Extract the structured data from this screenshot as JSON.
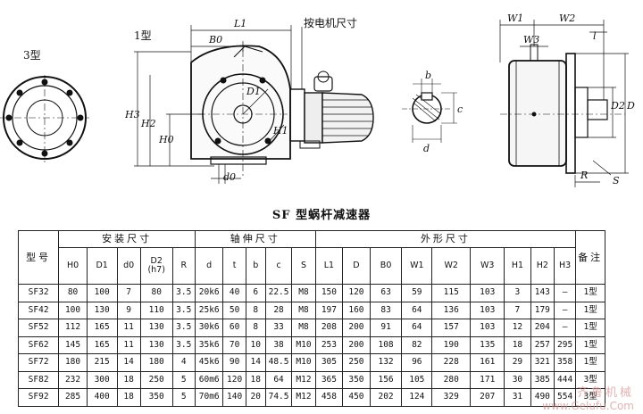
{
  "drawing": {
    "type3_label": "3型",
    "type1_label": "1型",
    "motor_note": "按电机尺寸",
    "dims": {
      "L1": "L1",
      "B0": "B0",
      "H3": "H3",
      "H2": "H2",
      "H0": "H0",
      "D1": "D1",
      "H1": "H1",
      "d0": "d0",
      "b": "b",
      "c": "c",
      "d": "d",
      "W1": "W1",
      "W2": "W2",
      "W3": "W3",
      "l": "l",
      "D2": "D2",
      "D": "D",
      "R": "R",
      "S": "S"
    }
  },
  "caption": "SF 型蜗杆减速器",
  "table": {
    "model_header": "型号",
    "remark_header": "备注",
    "groups": [
      {
        "label": "安装尺寸",
        "span": 5
      },
      {
        "label": "轴伸尺寸",
        "span": 5
      },
      {
        "label": "外形尺寸",
        "span": 9
      }
    ],
    "columns": [
      "H0",
      "D1",
      "d0",
      "D2\n(h7)",
      "R",
      "d",
      "t",
      "b",
      "c",
      "S",
      "L1",
      "D",
      "B0",
      "W1",
      "W2",
      "W3",
      "H1",
      "H2",
      "H3"
    ],
    "rows": [
      [
        "SF32",
        "80",
        "100",
        "7",
        "80",
        "3.5",
        "20k6",
        "40",
        "6",
        "22.5",
        "M8",
        "150",
        "120",
        "63",
        "59",
        "115",
        "103",
        "3",
        "143",
        "—",
        "1型"
      ],
      [
        "SF42",
        "100",
        "130",
        "9",
        "110",
        "3.5",
        "25k6",
        "50",
        "8",
        "28",
        "M8",
        "197",
        "160",
        "83",
        "64",
        "136",
        "103",
        "7",
        "179",
        "—",
        "1型"
      ],
      [
        "SF52",
        "112",
        "165",
        "11",
        "130",
        "3.5",
        "30k6",
        "60",
        "8",
        "33",
        "M8",
        "208",
        "200",
        "91",
        "64",
        "157",
        "103",
        "12",
        "204",
        "—",
        "1型"
      ],
      [
        "SF62",
        "145",
        "165",
        "11",
        "130",
        "3.5",
        "35k6",
        "70",
        "10",
        "38",
        "M10",
        "253",
        "200",
        "108",
        "82",
        "190",
        "135",
        "18",
        "257",
        "295",
        "1型"
      ],
      [
        "SF72",
        "180",
        "215",
        "14",
        "180",
        "4",
        "45k6",
        "90",
        "14",
        "48.5",
        "M10",
        "305",
        "250",
        "132",
        "96",
        "228",
        "161",
        "29",
        "321",
        "358",
        "1型"
      ],
      [
        "SF82",
        "232",
        "300",
        "18",
        "250",
        "5",
        "60m6",
        "120",
        "18",
        "64",
        "M12",
        "365",
        "350",
        "156",
        "105",
        "280",
        "171",
        "30",
        "385",
        "444",
        "3型"
      ],
      [
        "SF92",
        "285",
        "400",
        "18",
        "350",
        "5",
        "70m6",
        "140",
        "20",
        "74.5",
        "M12",
        "458",
        "450",
        "202",
        "124",
        "329",
        "207",
        "31",
        "490",
        "554",
        "3型"
      ]
    ]
  },
  "watermark": {
    "line1": "齐鲁机械",
    "line2": "www.Gelufu.Com"
  }
}
